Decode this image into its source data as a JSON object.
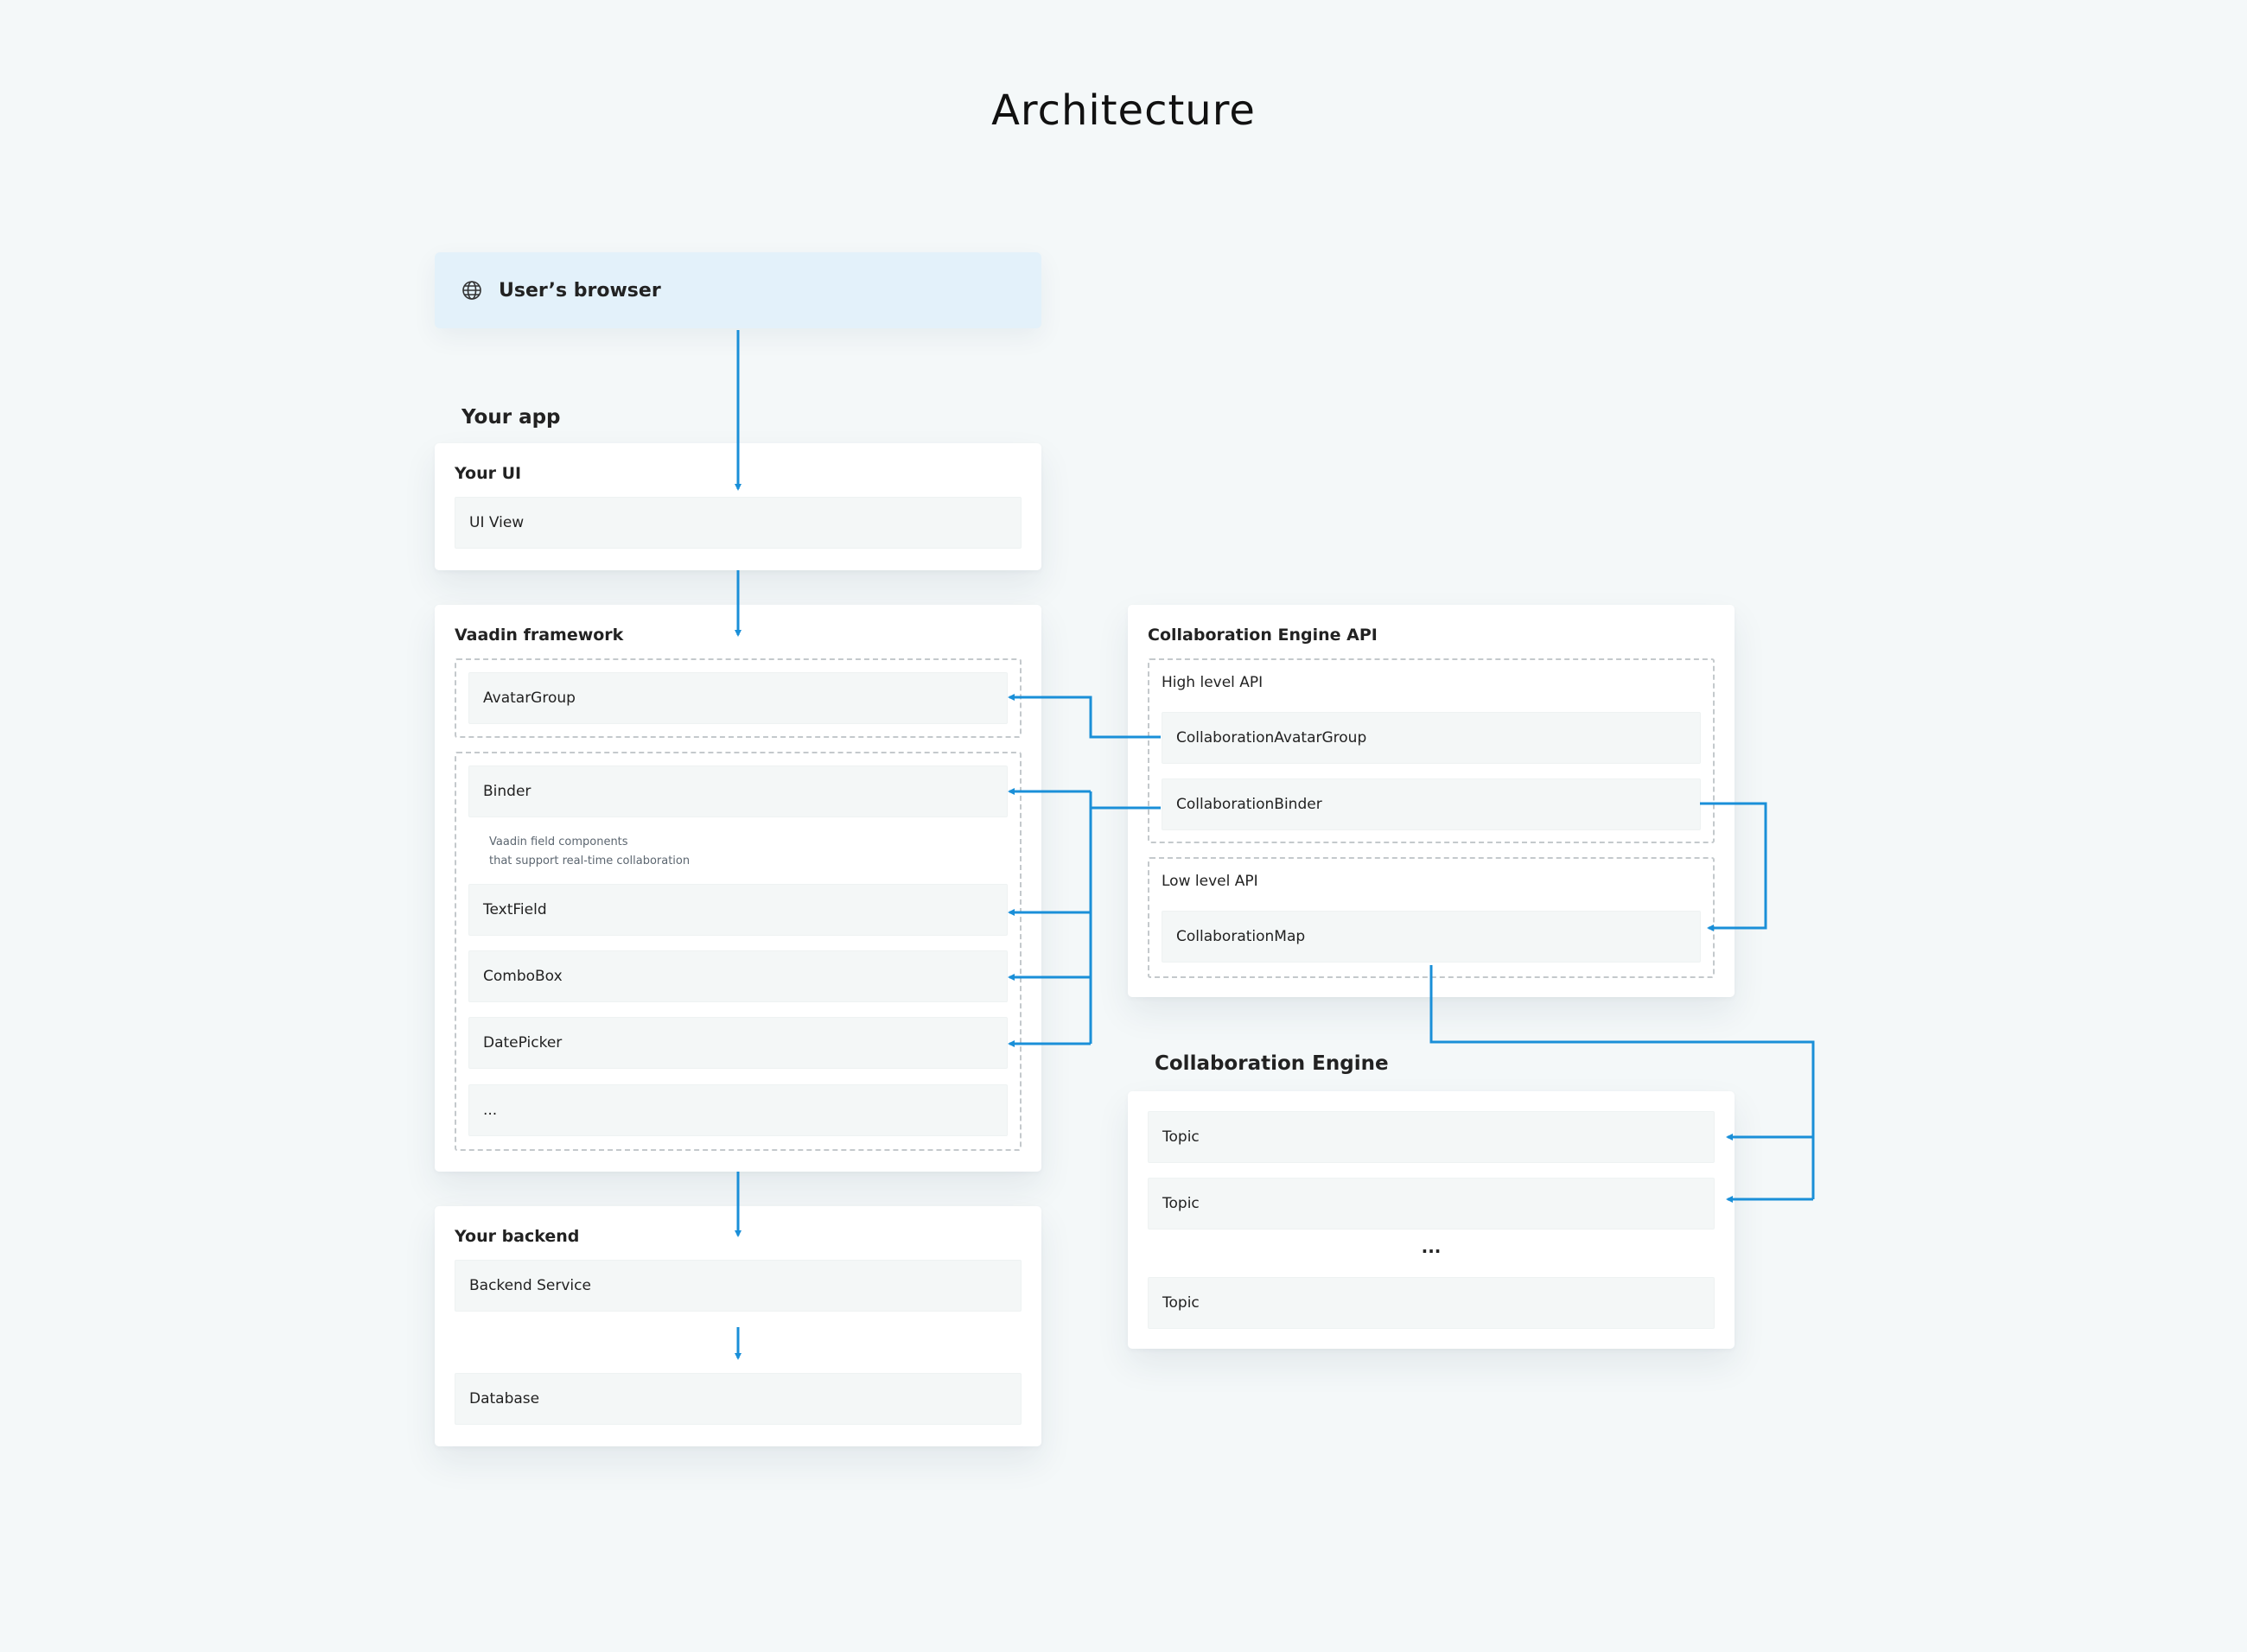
{
  "title": "Architecture",
  "browser": {
    "label": "User’s browser",
    "icon": "globe-icon"
  },
  "your_app": {
    "label": "Your app",
    "your_ui": {
      "title": "Your UI",
      "items": [
        "UI View"
      ]
    },
    "vaadin": {
      "title": "Vaadin framework",
      "avatar_group": "AvatarGroup",
      "binder": "Binder",
      "note_line1": "Vaadin field components",
      "note_line2": "that support real-time collaboration",
      "fields": [
        "TextField",
        "ComboBox",
        "DatePicker",
        "..."
      ]
    },
    "backend": {
      "title": "Your backend",
      "items": [
        "Backend Service",
        "Database"
      ]
    }
  },
  "collab_api": {
    "title": "Collaboration Engine API",
    "high_level": {
      "label": "High level API",
      "items": [
        "CollaborationAvatarGroup",
        "CollaborationBinder"
      ]
    },
    "low_level": {
      "label": "Low level API",
      "items": [
        "CollaborationMap"
      ]
    }
  },
  "collab_engine": {
    "label": "Collaboration Engine",
    "topics": [
      "Topic",
      "Topic",
      "Topic"
    ],
    "ellipsis": "..."
  },
  "colors": {
    "connector": "#1a8fd8",
    "background": "#f4f8f9",
    "browser_bg": "#e3f1fa"
  }
}
